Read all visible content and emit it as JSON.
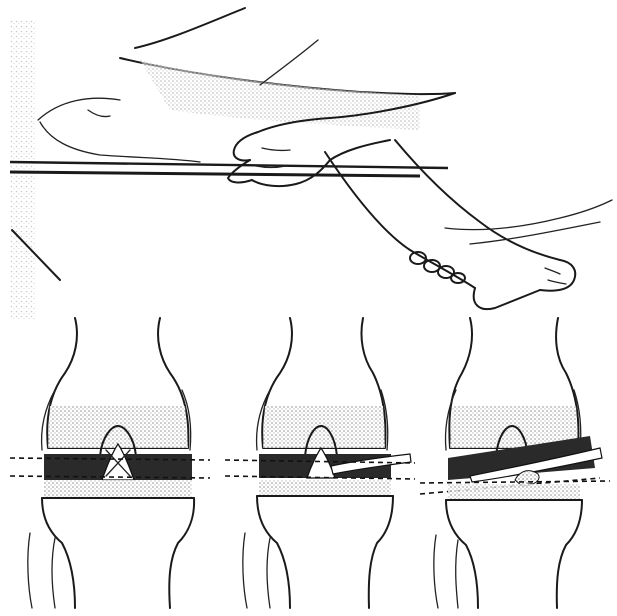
{
  "figure": {
    "top_panel": {
      "scene": "examiner-hand-stabilizing-thigh-with-lower-leg-hanging-over-table-edge"
    },
    "bottom_panels": [
      {
        "id": "knee-1",
        "state": "meniscus-intact"
      },
      {
        "id": "knee-2",
        "state": "meniscus-displaced"
      },
      {
        "id": "knee-3",
        "state": "meniscus-torn"
      }
    ],
    "colors": {
      "ink": "#1a1a1a",
      "stipple": "#b8b8b8",
      "dark_fill": "#2a2a2a",
      "paper": "#ffffff"
    }
  }
}
